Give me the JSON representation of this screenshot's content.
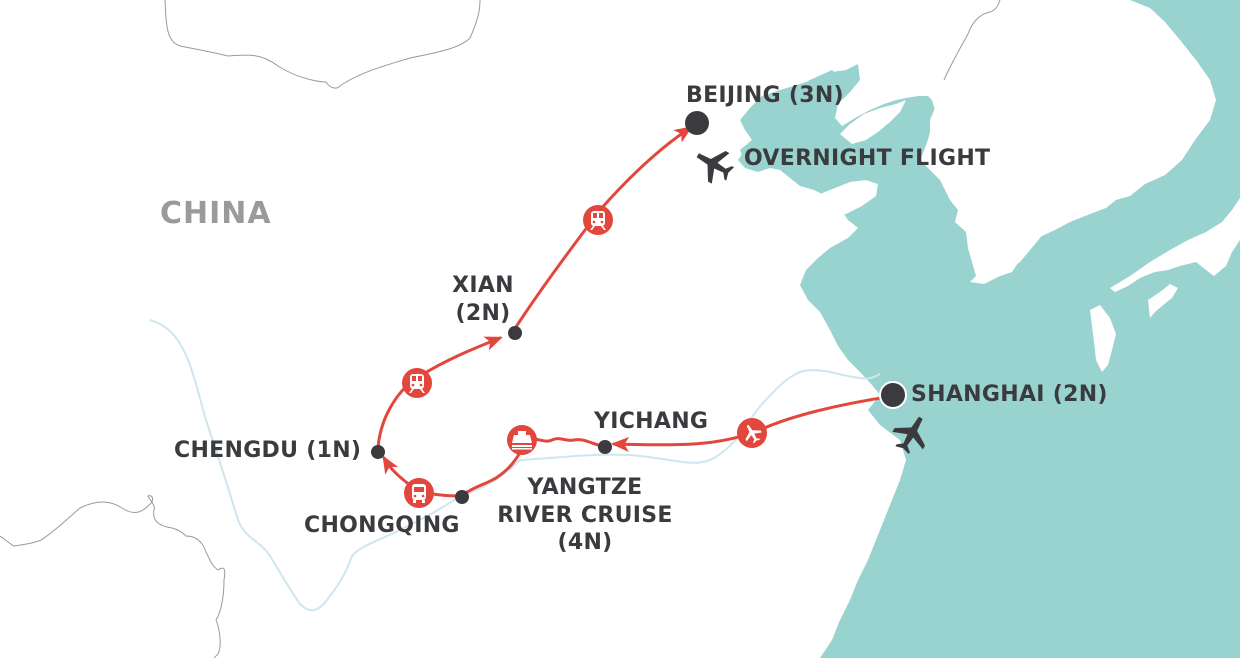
{
  "map": {
    "colors": {
      "sea": "#99d3cf",
      "land": "#ffffff",
      "route": "#e2463c",
      "stop": "#3b3b3f",
      "river": "#cfe6ef",
      "border": "#9a9a9a",
      "country_label": "#9a9a9a"
    },
    "country_label": "CHINA",
    "stops": [
      {
        "id": "beijing",
        "label": "BEIJING (3N)"
      },
      {
        "id": "xian",
        "label_line1": "XIAN",
        "label_line2": "(2N)"
      },
      {
        "id": "chengdu",
        "label": "CHENGDU (1N)"
      },
      {
        "id": "chongqing",
        "label": "CHONGQING"
      },
      {
        "id": "yichang",
        "label": "YICHANG"
      },
      {
        "id": "yangtze",
        "label_line1": "YANGTZE",
        "label_line2": "RIVER CRUISE",
        "label_line3": "(4N)"
      },
      {
        "id": "shanghai",
        "label": "SHANGHAI (2N)"
      }
    ],
    "overnight_flight_label": "OVERNIGHT FLIGHT",
    "route_legs": [
      {
        "from": "Shanghai",
        "to": "Yichang",
        "mode": "plane-icon"
      },
      {
        "from": "Yichang",
        "to": "Chongqing",
        "mode": "ship-icon"
      },
      {
        "from": "Chongqing",
        "to": "Chengdu",
        "mode": "bus-icon"
      },
      {
        "from": "Chengdu",
        "to": "Xian",
        "mode": "train-icon"
      },
      {
        "from": "Xian",
        "to": "Beijing",
        "mode": "train-icon"
      }
    ],
    "flight_markers": [
      {
        "location": "Beijing",
        "icon": "plane-icon"
      },
      {
        "location": "Shanghai",
        "icon": "plane-icon"
      }
    ]
  }
}
